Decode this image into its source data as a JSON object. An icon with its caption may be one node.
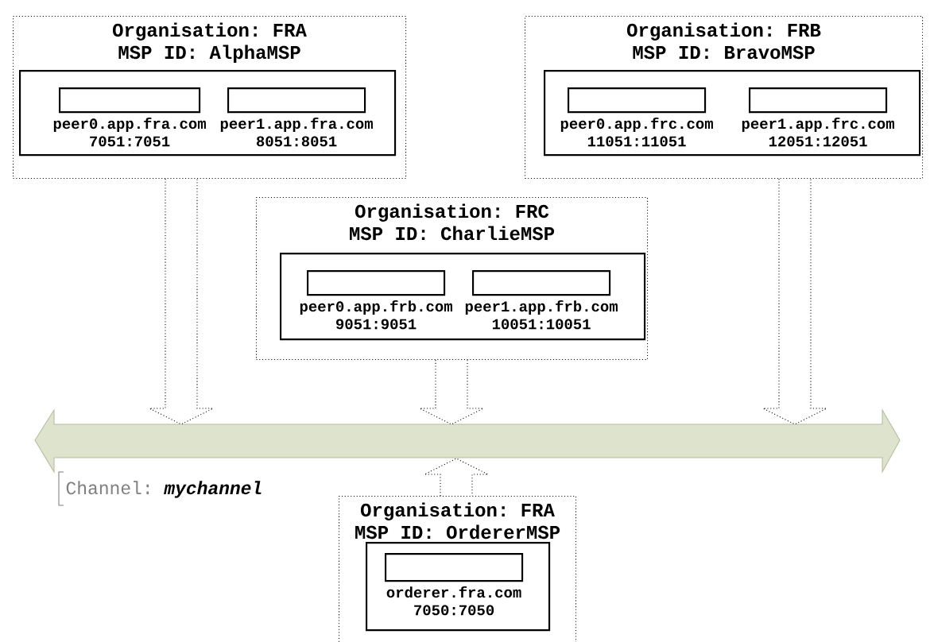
{
  "diagram": {
    "nodes": [
      {
        "text": [
          "Organisation: FRA",
          "MSP ID: AlphaMSP"
        ]
      },
      {
        "text": [],
        "shape": "box",
        "in": 0
      },
      {
        "text": [
          "peer0.app.fra.com",
          "7051:7051"
        ],
        "in": 1
      },
      {
        "text": [
          "peer1.app.fra.com",
          "8051:8051"
        ],
        "in": 1
      },
      {
        "text": [
          "Organisation: FRB",
          "MSP ID: BravoMSP"
        ]
      },
      {
        "text": [],
        "shape": "box",
        "in": 4
      },
      {
        "text": [
          "peer0.app.frc.com",
          "11051:11051"
        ],
        "in": 5
      },
      {
        "text": [
          "peer1.app.frc.com",
          "12051:12051"
        ],
        "in": 5
      },
      {
        "text": [
          "Organisation: FRC",
          "MSP ID: CharlieMSP"
        ]
      },
      {
        "text": [],
        "shape": "box",
        "in": 8
      },
      {
        "text": [
          "peer0.app.frb.com",
          "9051:9051"
        ],
        "in": 9
      },
      {
        "text": [
          "peer1.app.frb.com",
          "10051:10051"
        ],
        "in": 9
      },
      {
        "text": [],
        "shape": "band",
        "beside": [
          "Channel: *mychannel*"
        ]
      },
      {
        "text": [
          "Organisation: FRA",
          "MSP ID: OrdererMSP"
        ]
      },
      {
        "text": [],
        "shape": "box",
        "in": 13
      },
      {
        "text": [
          "orderer.fra.com",
          "7050:7050"
        ],
        "in": 14
      }
    ],
    "edges": [
      {
        "from": 0,
        "to": 12,
        "arrow": "to",
        "style": "dashed"
      },
      {
        "from": 4,
        "to": 12,
        "arrow": "to",
        "style": "dashed"
      },
      {
        "from": 8,
        "to": 12,
        "arrow": "to",
        "style": "dashed"
      },
      {
        "from": 13,
        "to": 12,
        "arrow": "to",
        "style": "dashed"
      }
    ]
  }
}
